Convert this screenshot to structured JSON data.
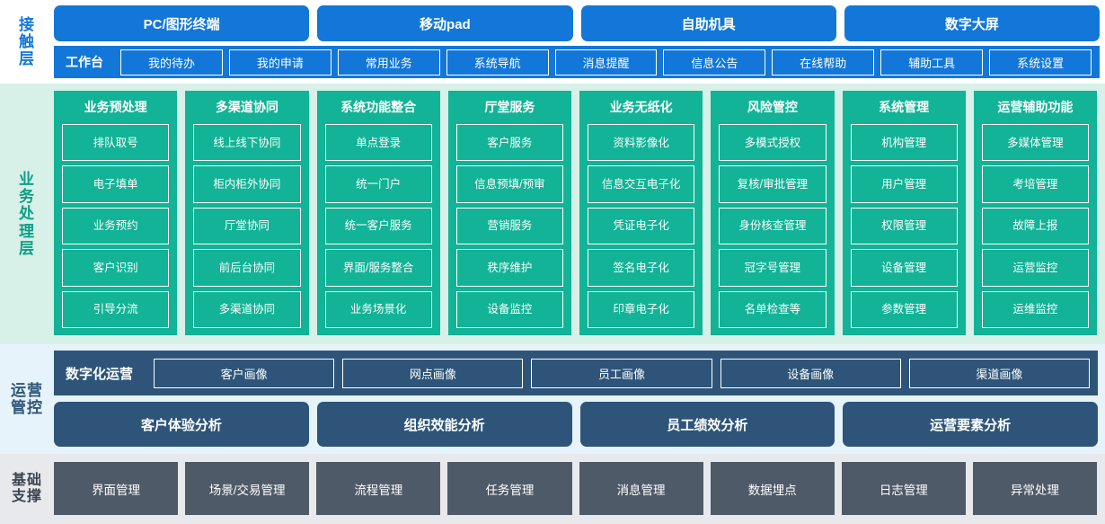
{
  "colors": {
    "contact_blue": "#1277d8",
    "business_teal": "#12b396",
    "business_bg": "#d7f0e8",
    "ops_steel": "#2e5579",
    "ops_bg": "#e7f3fb",
    "base_gray": "#4f5a68",
    "base_bg": "#e8e9ec"
  },
  "contact_layer": {
    "label": "接触层",
    "channels": [
      {
        "label": "PC/图形终端"
      },
      {
        "label": "移动pad"
      },
      {
        "label": "自助机具"
      },
      {
        "label": "数字大屏"
      }
    ],
    "workbench_title": "工作台",
    "workbench_items": [
      {
        "label": "我的待办"
      },
      {
        "label": "我的申请"
      },
      {
        "label": "常用业务"
      },
      {
        "label": "系统导航"
      },
      {
        "label": "消息提醒"
      },
      {
        "label": "信息公告"
      },
      {
        "label": "在线帮助"
      },
      {
        "label": "辅助工具"
      },
      {
        "label": "系统设置"
      }
    ]
  },
  "business_layer": {
    "label": "业务处理层",
    "columns": [
      {
        "title": "业务预处理",
        "items": [
          {
            "label": "排队取号"
          },
          {
            "label": "电子填单"
          },
          {
            "label": "业务预约"
          },
          {
            "label": "客户识别"
          },
          {
            "label": "引导分流"
          }
        ]
      },
      {
        "title": "多渠道协同",
        "items": [
          {
            "label": "线上线下协同"
          },
          {
            "label": "柜内柜外协同"
          },
          {
            "label": "厅堂协同"
          },
          {
            "label": "前后台协同"
          },
          {
            "label": "多渠道协同"
          }
        ]
      },
      {
        "title": "系统功能整合",
        "items": [
          {
            "label": "单点登录"
          },
          {
            "label": "统一门户"
          },
          {
            "label": "统一客户服务"
          },
          {
            "label": "界面/服务整合"
          },
          {
            "label": "业务场景化"
          }
        ]
      },
      {
        "title": "厅堂服务",
        "items": [
          {
            "label": "客户服务"
          },
          {
            "label": "信息预填/预审"
          },
          {
            "label": "营销服务"
          },
          {
            "label": "秩序维护"
          },
          {
            "label": "设备监控"
          }
        ]
      },
      {
        "title": "业务无纸化",
        "items": [
          {
            "label": "资料影像化"
          },
          {
            "label": "信息交互电子化"
          },
          {
            "label": "凭证电子化"
          },
          {
            "label": "签名电子化"
          },
          {
            "label": "印章电子化"
          }
        ]
      },
      {
        "title": "风险管控",
        "items": [
          {
            "label": "多模式授权"
          },
          {
            "label": "复核/审批管理"
          },
          {
            "label": "身份核查管理"
          },
          {
            "label": "冠字号管理"
          },
          {
            "label": "名单检查等"
          }
        ]
      },
      {
        "title": "系统管理",
        "items": [
          {
            "label": "机构管理"
          },
          {
            "label": "用户管理"
          },
          {
            "label": "权限管理"
          },
          {
            "label": "设备管理"
          },
          {
            "label": "参数管理"
          }
        ]
      },
      {
        "title": "运营辅助功能",
        "items": [
          {
            "label": "多媒体管理"
          },
          {
            "label": "考培管理"
          },
          {
            "label": "故障上报"
          },
          {
            "label": "运营监控"
          },
          {
            "label": "运维监控"
          }
        ]
      }
    ]
  },
  "ops_layer": {
    "label": "运营管控",
    "digital_ops_title": "数字化运营",
    "portraits": [
      {
        "label": "客户画像"
      },
      {
        "label": "网点画像"
      },
      {
        "label": "员工画像"
      },
      {
        "label": "设备画像"
      },
      {
        "label": "渠道画像"
      }
    ],
    "analyses": [
      {
        "label": "客户体验分析"
      },
      {
        "label": "组织效能分析"
      },
      {
        "label": "员工绩效分析"
      },
      {
        "label": "运营要素分析"
      }
    ]
  },
  "base_layer": {
    "label": "基础支撑",
    "items": [
      {
        "label": "界面管理"
      },
      {
        "label": "场景/交易管理"
      },
      {
        "label": "流程管理"
      },
      {
        "label": "任务管理"
      },
      {
        "label": "消息管理"
      },
      {
        "label": "数据埋点"
      },
      {
        "label": "日志管理"
      },
      {
        "label": "异常处理"
      }
    ]
  }
}
